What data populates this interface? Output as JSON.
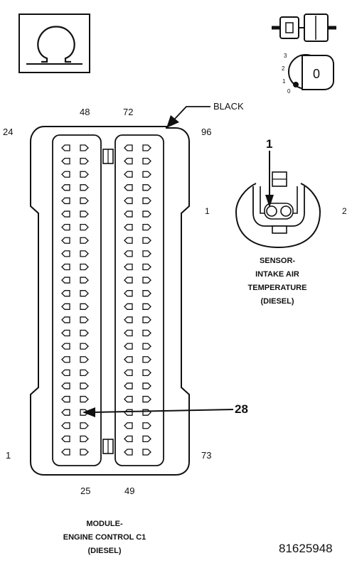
{
  "main_connector": {
    "pin_labels": {
      "p48": "48",
      "p72": "72",
      "p24": "24",
      "p96": "96",
      "p1": "1",
      "p73": "73",
      "p25": "25",
      "p49": "49"
    },
    "color_label": "BLACK",
    "callout": "28",
    "caption": [
      "MODULE-",
      "ENGINE CONTROL C1",
      "(DIESEL)"
    ]
  },
  "sensor_connector": {
    "callout": "1",
    "pin_labels": {
      "left": "1",
      "right": "2"
    },
    "caption": [
      "SENSOR-",
      "INTAKE AIR",
      "TEMPERATURE",
      "(DIESEL)"
    ]
  },
  "ignition_switch": {
    "positions": [
      "3",
      "2",
      "1",
      "0"
    ],
    "key_label": "0"
  },
  "figure_id": "81625948",
  "icons": [
    "ohmmeter-icon",
    "connector-unplugged-icon",
    "ignition-switch-icon"
  ]
}
